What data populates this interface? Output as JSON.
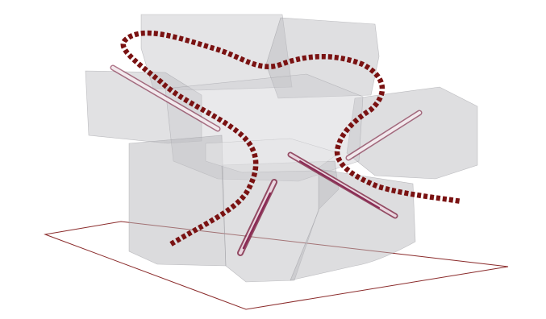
{
  "colors": {
    "background": "#ffffff",
    "volume_fill": "#b9b9bd",
    "volume_fill_light": "#d3d3d6",
    "volume_edge": "#8c8c92",
    "ground_outline": "#8a2a2a",
    "path_stroke": "#7a1212",
    "rod_outline": "#7a1a3a",
    "rod_fill": "#8a2a55"
  },
  "elements": {
    "ground": "ground-plane",
    "volumes": "translucent-volumes",
    "rods": "connector-rods",
    "path": "dashed-circulation-path"
  }
}
